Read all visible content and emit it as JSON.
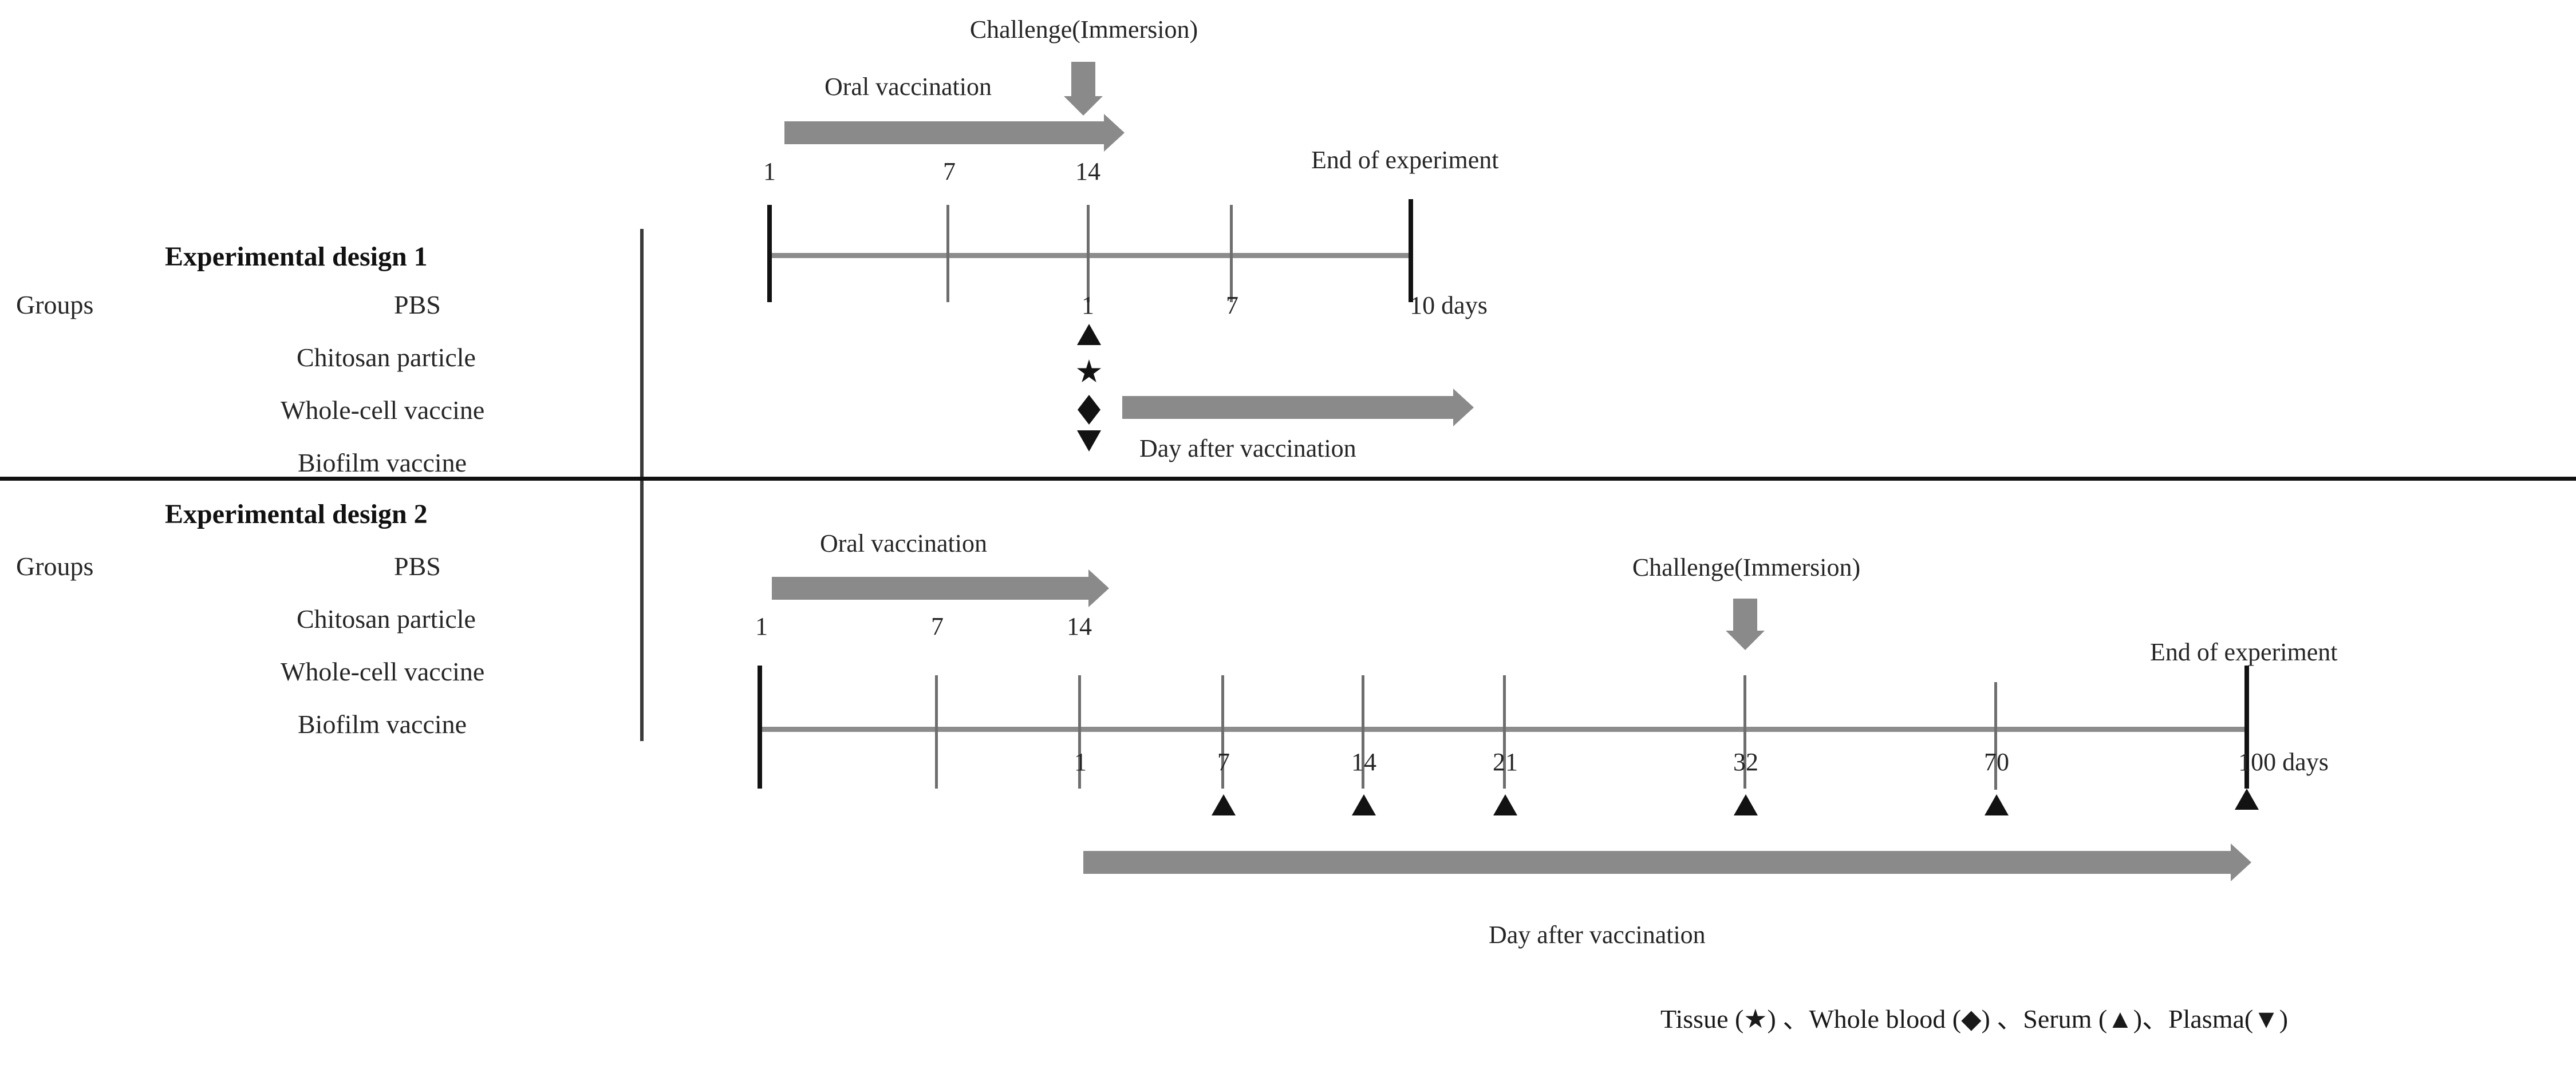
{
  "labels": {
    "groups_heading": "Groups",
    "design1_title": "Experimental design 1",
    "design2_title": "Experimental design 2",
    "oral_vaccination": "Oral vaccination",
    "challenge": "Challenge(Immersion)",
    "end_of_experiment": "End of experiment",
    "day_after_vaccination": "Day after vaccination"
  },
  "groups": [
    {
      "name": "PBS"
    },
    {
      "name": "Chitosan particle"
    },
    {
      "name": "Whole-cell vaccine"
    },
    {
      "name": "Biofilm vaccine"
    }
  ],
  "design1": {
    "title": "Experimental design 1",
    "vaccination_ticks": [
      "1",
      "7",
      "14"
    ],
    "post_challenge_ticks": [
      "1",
      "7",
      "10 days"
    ],
    "annotations": {
      "oral_vaccination": "Oral vaccination",
      "challenge": "Challenge(Immersion)",
      "end_of_experiment": "End of experiment",
      "day_after_vaccination": "Day after vaccination"
    },
    "sampling_markers": [
      {
        "symbol": "triangle-up",
        "sample": "Serum"
      },
      {
        "symbol": "star",
        "sample": "Tissue"
      },
      {
        "symbol": "diamond",
        "sample": "Whole blood"
      },
      {
        "symbol": "triangle-down",
        "sample": "Plasma"
      }
    ]
  },
  "design2": {
    "title": "Experimental design 2",
    "vaccination_ticks": [
      "1",
      "7",
      "14"
    ],
    "post_vaccination_ticks": [
      "1",
      "7",
      "14",
      "21",
      "32",
      "70",
      "100 days"
    ],
    "serum_sampling_days": [
      "7",
      "14",
      "21",
      "32",
      "70",
      "100"
    ],
    "challenge_day": "32",
    "annotations": {
      "oral_vaccination": "Oral vaccination",
      "challenge": "Challenge(Immersion)",
      "end_of_experiment": "End of experiment",
      "day_after_vaccination": "Day after vaccination"
    }
  },
  "legend": {
    "items": [
      {
        "label": "Tissue",
        "symbol": "(★)"
      },
      {
        "label": "Whole blood",
        "symbol": "(◆)"
      },
      {
        "label": "Serum",
        "symbol": "(▲)"
      },
      {
        "label": "Plasma",
        "symbol": "(▼)"
      }
    ],
    "separator": "、",
    "full_text": "Tissue (★) 、Whole blood (◆) 、Serum (▲)、Plasma(▼)"
  },
  "colors": {
    "arrow_gray": "#8a8a8a",
    "axis_gray": "#8c8c8c",
    "marker_black": "#121212",
    "text": "#262626"
  }
}
